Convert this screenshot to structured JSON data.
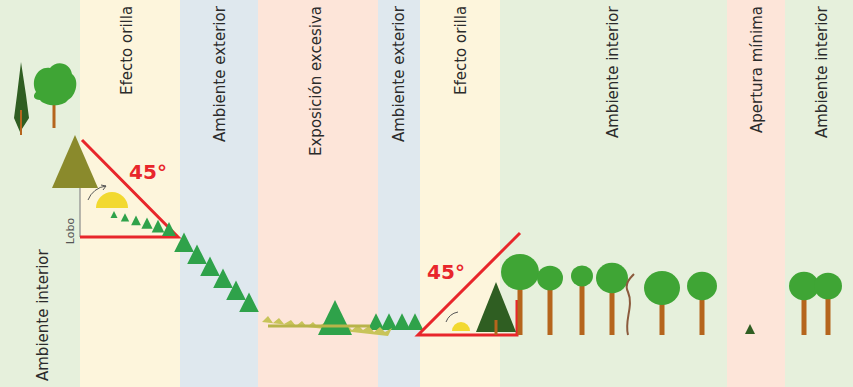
{
  "diagram": {
    "nodes": [
      {
        "text": [
          "Ambiente interior"
        ]
      },
      {
        "text": [
          "Efecto orilla"
        ]
      },
      {
        "text": [
          "Ambiente exterior"
        ]
      },
      {
        "text": [
          "Exposición excesiva"
        ]
      },
      {
        "text": [
          "Ambiente exterior"
        ]
      },
      {
        "text": [
          "Efecto orilla"
        ]
      },
      {
        "text": [
          "Ambiente interior"
        ]
      },
      {
        "text": [
          "Apertura mínima"
        ]
      },
      {
        "text": [
          "Ambiente interior"
        ]
      }
    ],
    "labels": [
      "45°",
      "45°",
      "Lobo"
    ]
  }
}
